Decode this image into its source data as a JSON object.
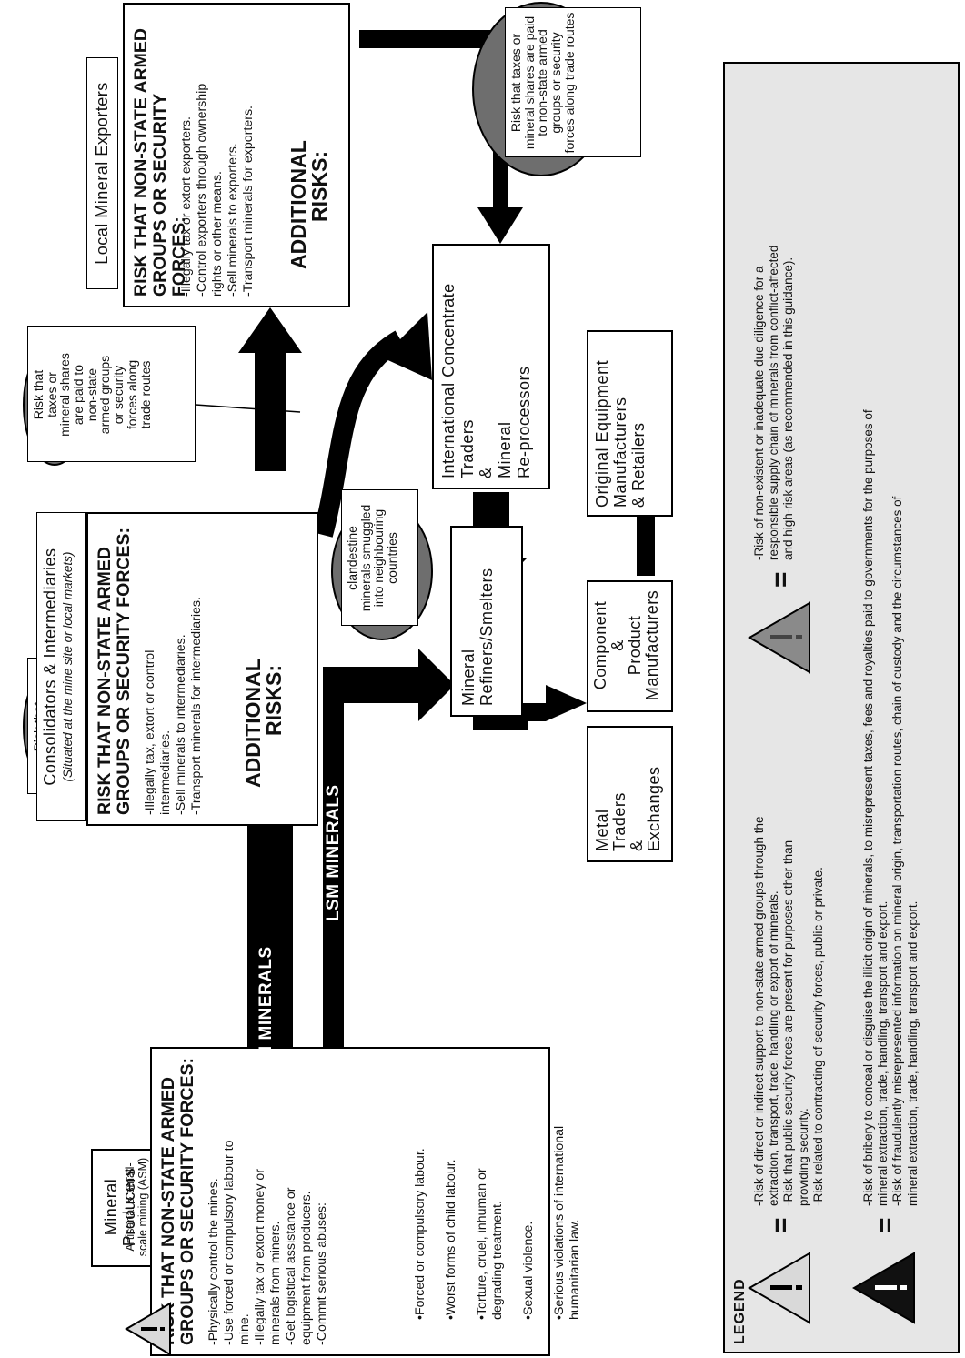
{
  "nodes": {
    "mineral_producers": {
      "title": "Mineral Producers",
      "subtitle": "Artisanal & small-scale mining (ASM)\nor large-scale mining (LSM)"
    },
    "consolidators": {
      "title": "Consolidators & Intermediaries",
      "subtitle": "(Situated at the mine site or local markets)"
    },
    "exporters": {
      "title": "Local Mineral Exporters"
    },
    "traders": {
      "title": "International Concentrate\nTraders\n&\nMineral\nRe-processors"
    },
    "smelters": {
      "title": "Mineral\nRefiners/Smelters"
    },
    "metal_traders": {
      "title": "Metal\nTraders\n&\nExchanges"
    },
    "component": {
      "title": "Component\n&\nProduct\nManufacturers"
    },
    "oem": {
      "title": "Original Equipment\nManufacturers\n& Retailers"
    }
  },
  "risk_heading": "RISK THAT NON-STATE ARMED\nGROUPS OR SECURITY FORCES:",
  "producers_risks": {
    "lines": "-Physically control the mines.\n-Use forced or compulsory labour to\n   mine.\n-Illegally tax or extort money or\n   minerals from miners.\n-Get logistical assistance or\n   equipment from producers.\n-Commit serious abuses:",
    "abuses": [
      "Forced or compulsory labour.",
      "Worst forms of child labour.",
      "Torture, cruel, inhuman or\n    degrading treatment.",
      "Sexual violence.",
      "Serious violations of international\n    humanitarian law."
    ]
  },
  "consolidators_risks": "-Illegally tax, extort or control\n   intermediaries.\n-Sell minerals to intermediaries.\n-Transport minerals for intermediaries.",
  "exporters_risks": "-Illegally tax or extort exporters.\n-Control exporters through ownership\n   rights or other means.\n-Sell minerals to exporters.\n-Transport minerals for exporters.",
  "additional_risks": "ADDITIONAL\nRISKS:",
  "trade_route_callout": "Risk that\ntaxes or\nmineral shares\nare paid to\nnon-state\narmed groups\nor security\nforces along\ntrade routes",
  "trade_route_callout_2": "Risk that taxes or\nmineral shares are paid\nto non-state armed\ngroups or security\nforces along trade routes",
  "smuggled": "clandestine\nminerals smuggled\ninto neighbouring\ncountries",
  "arrows": {
    "asm": "ASM MINERALS",
    "lsm": "LSM MINERALS"
  },
  "legend": {
    "title": "LEGEND",
    "equals": "=",
    "light_items": "-Risk of direct or indirect support to non-state armed groups through the\n   extraction, transport, trade, handling or export of minerals.\n-Risk that public security forces are present for purposes other than\n   providing security.\n-Risk related to contracting of security forces, public or private.",
    "dark_items": "-Risk of bribery to conceal or disguise the illicit origin of minerals, to misrepresent taxes, fees and royalties paid to governments for the purposes of\n   mineral extraction, trade, handling, transport and export.\n-Risk of fraudulently misrepresented information on mineral origin, transportation routes, chain of custody and the circumstances of\n   mineral extraction, trade, handling, transport and export.",
    "grey_items": "-Risk of non-existent or inadequate due diligence for a\n   responsible supply chain of minerals from conflict-affected\n   and high-risk areas (as recommended in this guidance)."
  },
  "colors": {
    "light_triangle": "#d9d9d9",
    "dark_triangle": "#111111",
    "grey_triangle": "#8a8a8a",
    "legend_bg": "#e6e6e6",
    "callout_oval": "#6e6e6e"
  }
}
